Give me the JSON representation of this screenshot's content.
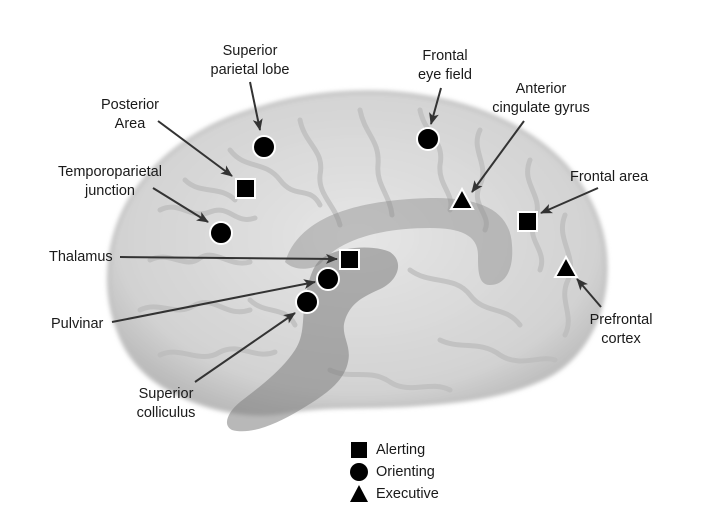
{
  "figure": {
    "title": "Attention networks brain diagram",
    "colors": {
      "brain_fill": "#d8d8d8",
      "brain_edge": "#b5b5b5",
      "sulci": "#bdbdbd",
      "overlay": "#8c8c8c",
      "marker": "#000000",
      "arrow": "#333333"
    }
  },
  "labels": [
    {
      "id": "superior-parietal-lobe",
      "lines": [
        "Superior",
        "parietal lobe"
      ],
      "marker": "circle"
    },
    {
      "id": "posterior-area",
      "lines": [
        "Posterior",
        "Area"
      ],
      "marker": "square"
    },
    {
      "id": "temporoparietal-junction",
      "lines": [
        "Temporoparietal",
        "junction"
      ],
      "marker": "circle"
    },
    {
      "id": "thalamus",
      "lines": [
        "Thalamus"
      ],
      "marker": "square"
    },
    {
      "id": "pulvinar",
      "lines": [
        "Pulvinar"
      ],
      "marker": "circle"
    },
    {
      "id": "superior-colliculus",
      "lines": [
        "Superior",
        "colliculus"
      ],
      "marker": "circle"
    },
    {
      "id": "frontal-eye-field",
      "lines": [
        "Frontal",
        "eye field"
      ],
      "marker": "circle"
    },
    {
      "id": "anterior-cingulate-gyrus",
      "lines": [
        "Anterior",
        "cingulate gyrus"
      ],
      "marker": "triangle"
    },
    {
      "id": "frontal-area",
      "lines": [
        "Frontal area"
      ],
      "marker": "square"
    },
    {
      "id": "prefrontal-cortex",
      "lines": [
        "Prefrontal",
        "cortex"
      ],
      "marker": "triangle"
    }
  ],
  "legend": [
    {
      "shape": "square",
      "label": "Alerting"
    },
    {
      "shape": "circle",
      "label": "Orienting"
    },
    {
      "shape": "triangle",
      "label": "Executive"
    }
  ]
}
